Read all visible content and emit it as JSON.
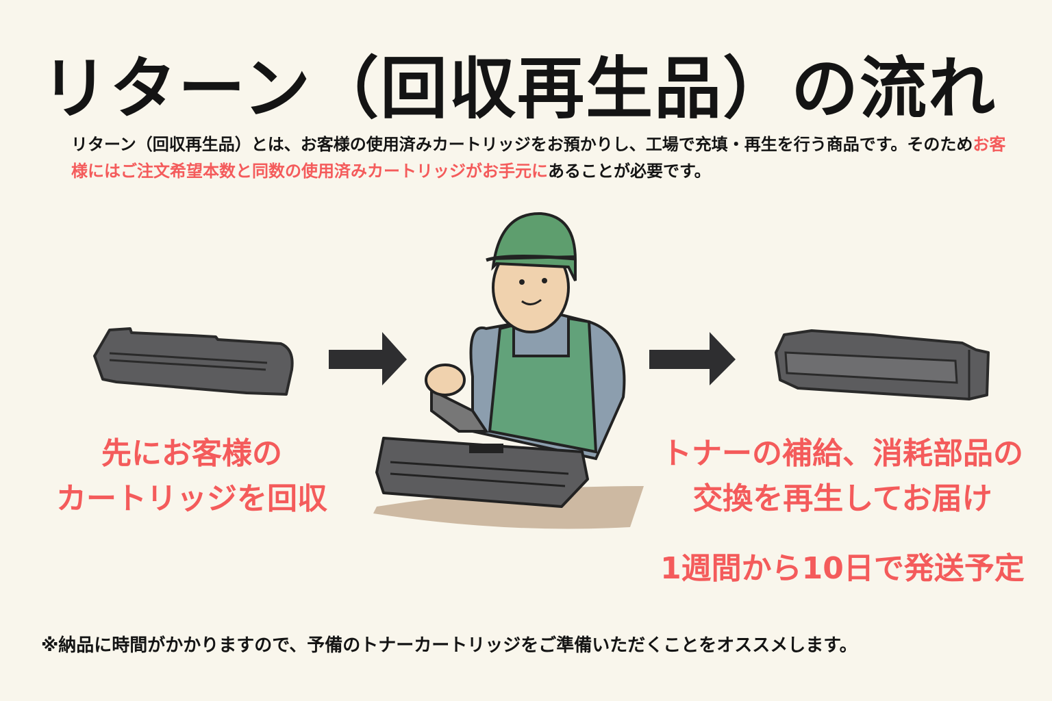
{
  "title": "リターン（回収再生品）の流れ",
  "intro": {
    "part1": "リターン（回収再生品）とは、お客様の使用済みカートリッジをお預かりし、工場で充填・再生を行う商品です。そのため",
    "highlight": "お客様にはご注文希望本数と同数の使用済みカートリッジがお手元に",
    "part2": "あることが必要です。"
  },
  "steps": [
    {
      "line1": "先にお客様の",
      "line2": "カートリッジを回収"
    },
    {
      "line1": "トナーの補給、消耗部品の",
      "line2": "交換を再生してお届け"
    }
  ],
  "shipping": "1週間から10日で発送予定",
  "footnote": "※納品に時間がかかりますので、予備のトナーカートリッジをご準備いただくことをオススメします。",
  "colors": {
    "accent": "#f45b5b",
    "background": "#f9f6ec",
    "cartridge": "#5c5c5e",
    "cap": "#5e9e6e"
  }
}
